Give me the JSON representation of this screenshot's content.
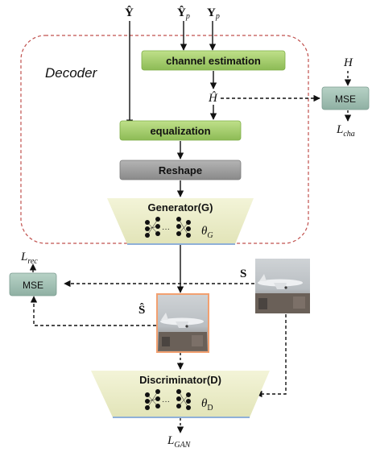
{
  "inputs": {
    "y_hat": "Ŷ",
    "y_hat_p": "Ŷ",
    "y_p": "Y",
    "p_sub": "p"
  },
  "decoder": {
    "label": "Decoder"
  },
  "blocks": {
    "channel_estimation": "channel estimation",
    "equalization": "equalization",
    "reshape": "Reshape",
    "generator": "Generator(G)",
    "discriminator": "Discriminator(D)",
    "mse_channel": "MSE",
    "mse_recon": "MSE"
  },
  "symbols": {
    "H": "H",
    "H_hat": "Ĥ",
    "theta": "θ",
    "theta_G_sub": "G",
    "theta_D_sub": "D",
    "L": "L",
    "L_cha_sub": "cha",
    "L_rec_sub": "rec",
    "L_gan_sub": "GAN",
    "S": "S",
    "S_hat": "Ŝ"
  },
  "colors": {
    "green_block": "#a3cd6c",
    "gray_block": "#9a9a9a",
    "trapezoid": "#ecedc9",
    "mse_block": "#9fbdb0",
    "decoder_border": "#c0504d",
    "image_border": "#f2a070"
  }
}
